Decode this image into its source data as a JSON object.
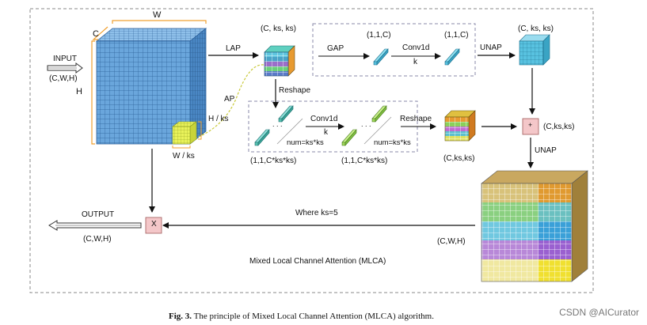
{
  "diagram": {
    "labels": {
      "w_top": "W",
      "c_side": "C",
      "h_side": "H",
      "input": "INPUT",
      "input_dims": "(C,W,H)",
      "lap": "LAP",
      "ap": "AP",
      "h_ks": "H / ks",
      "w_ks": "W / ks",
      "c_ks_ks_top": "(C, ks, ks)",
      "gap": "GAP",
      "gap_dim1": "(1,1,C)",
      "conv1d_top": "Conv1d",
      "k_top": "k",
      "gap_dim2": "(1,1,C)",
      "unap_top": "UNAP",
      "c_ks_ks_right": "(C, ks, ks)",
      "reshape_down": "Reshape",
      "conv1d_mid": "Conv1d",
      "k_mid": "k",
      "num_left": "num=ks*ks",
      "num_right": "num=ks*ks",
      "dim_left": "(1,1,C*ks*ks)",
      "dim_right": "(1,1,C*ks*ks)",
      "reshape_right": "Reshape",
      "c_ks_ks_mid": "(C,ks,ks)",
      "plus": "+",
      "c_ks_ks_plus": "(C,ks,ks)",
      "unap_right": "UNAP",
      "where": "Where ks=5",
      "output": "OUTPUT",
      "output_dims": "(C,W,H)",
      "times": "X",
      "cwh_right": "(C,W,H)",
      "mlca": "Mixed Local Channel Attention (MLCA)"
    },
    "colors": {
      "grid_blue": "#5b9bd5",
      "orange_bracket": "#f0a030",
      "yellow_patch": "#e8f060",
      "pink_box": "#f4c7c9",
      "dash_border": "#888888"
    }
  },
  "caption": {
    "fig": "Fig. 3.",
    "text": "The principle of Mixed Local Channel Attention (MLCA) algorithm."
  },
  "watermark": "CSDN @AICurator"
}
